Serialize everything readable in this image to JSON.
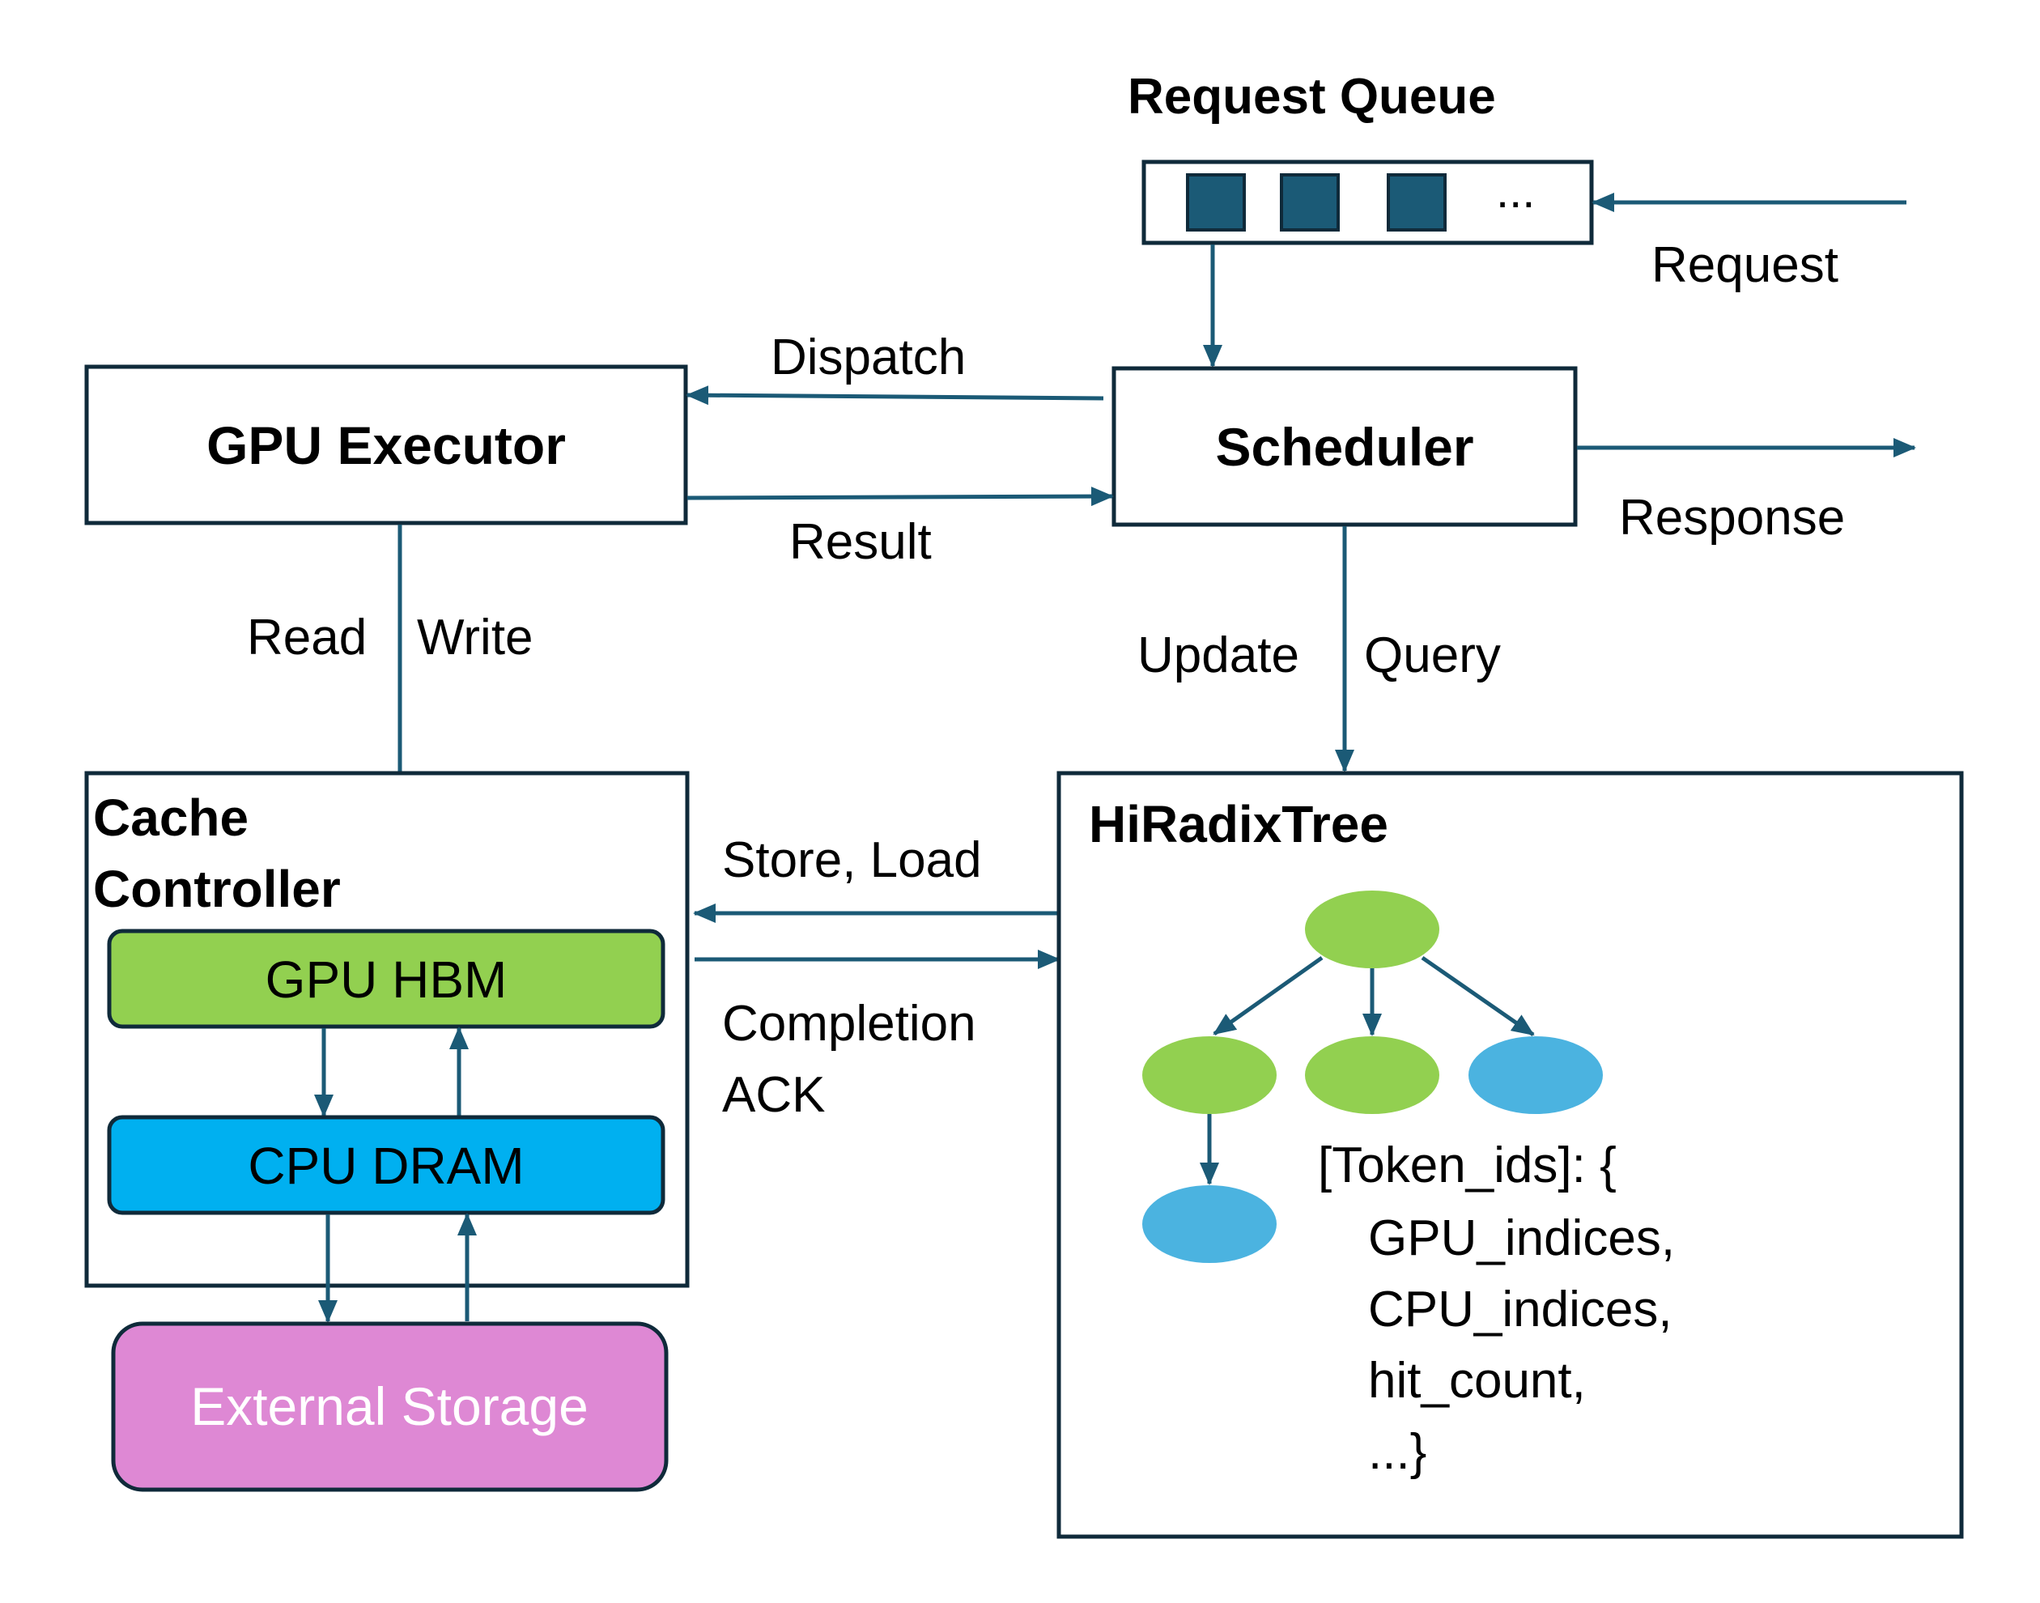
{
  "title": "Request Queue",
  "queue": {
    "ellipsis": "..."
  },
  "labels": {
    "request": "Request",
    "response": "Response",
    "dispatch": "Dispatch",
    "result": "Result",
    "read": "Read",
    "write": "Write",
    "update": "Update",
    "query": "Query",
    "store_load": "Store, Load",
    "completion_line1": "Completion",
    "completion_line2": "ACK"
  },
  "nodes": {
    "gpu_executor": "GPU Executor",
    "scheduler": "Scheduler",
    "cache_controller_line1": "Cache",
    "cache_controller_line2": "Controller",
    "gpu_hbm": "GPU HBM",
    "cpu_dram": "CPU DRAM",
    "external_storage": "External Storage",
    "hiradixtree": "HiRadixTree"
  },
  "tree_entry": {
    "line1": "[Token_ids]: {",
    "line2": "GPU_indices,",
    "line3": "CPU_indices,",
    "line4": "hit_count,",
    "line5": "...}"
  },
  "colors": {
    "arrow": "#1b5a76",
    "queue_item": "#1b5a76",
    "gpu_green": "#92d050",
    "cpu_blue": "#00b0f0",
    "storage_pink": "#de88d4",
    "tree_green": "#92d050",
    "tree_blue": "#4bb3e0",
    "border": "#0f2a3a"
  }
}
